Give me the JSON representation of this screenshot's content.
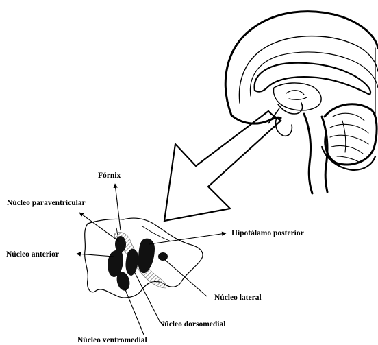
{
  "labels": {
    "fornix": "Fórnix",
    "paraventricular": "Núcleo paraventricular",
    "anterior": "Núcleo anterior",
    "posterior": "Hipotálamo posterior",
    "lateral": "Núcleo lateral",
    "dorsomedial": "Núcleo dorsomedial",
    "ventromedial": "Núcleo ventromedial"
  },
  "colors": {
    "ink": "#000000",
    "nucleus_fill": "#111111",
    "paper": "#ffffff",
    "shade": "#bdbdbd"
  }
}
